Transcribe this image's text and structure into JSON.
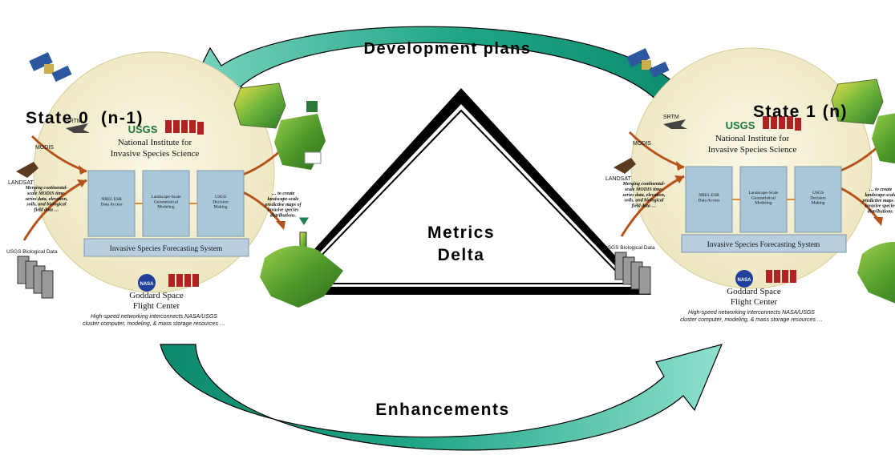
{
  "top_arrow": {
    "label": "Development plans"
  },
  "bottom_arrow": {
    "label": "Enhancements"
  },
  "center": {
    "line1": "Metrics",
    "line2": "Delta"
  },
  "state0": {
    "title": "State 0  (n-1)",
    "panel": {
      "srtm": "SRTM",
      "modis": "MODIS",
      "landsat": "LANDSAT",
      "usgs_bio": "USGS Biological Data",
      "usgs_logo": "USGS",
      "institute_line1": "National Institute for",
      "institute_line2": "Invasive Species Science",
      "box1": "NREL ESR\nData Access",
      "box2": "Landscape-Scale\nGeostatistical\nModeling",
      "box3": "USGS\nDecision\nMaking",
      "system": "Invasive Species Forecasting System",
      "nasa": "NASA",
      "goddard_line1": "Goddard Space",
      "goddard_line2": "Flight Center",
      "left_note": "Merging continental-\nscale MODIS time-\nseries data, elevation,\nsoils, and biological\nfield data …",
      "right_note": "… to create\nlandscape-scale\npredictive maps of\ninvasive species\ndistributions.",
      "caption_line1": "High-speed networking interconnects NASA/USGS",
      "caption_line2": "cluster computer, modeling, & mass storage resources …"
    }
  },
  "state1": {
    "title": "State 1 (n)",
    "panel": {
      "srtm": "SRTM",
      "modis": "MODIS",
      "landsat": "LANDSAT",
      "usgs_bio": "USGS Biological Data",
      "usgs_logo": "USGS",
      "institute_line1": "National Institute for",
      "institute_line2": "Invasive Species Science",
      "box1": "NREL ESR\nData Access",
      "box2": "Landscape-Scale\nGeostatistical\nModeling",
      "box3": "USGS\nDecision\nMaking",
      "system": "Invasive Species Forecasting System",
      "nasa": "NASA",
      "goddard_line1": "Goddard Space",
      "goddard_line2": "Flight Center",
      "left_note": "Merging continental-\nscale MODIS time-\nseries data, elevation,\nsoils, and biological\nfield data …",
      "right_note": "… to create\nlandscape-scale\npredictive maps of\ninvasive species\ndistributions.",
      "caption_line1": "High-speed networking interconnects NASA/USGS",
      "caption_line2": "cluster computer, modeling, & mass storage resources …"
    }
  },
  "colors": {
    "arrow_light": "#7fd6c2",
    "arrow_dark": "#0d8a6e",
    "circle_fill": "#f6f2d6",
    "box_fill": "#a9c7d9",
    "band_fill": "#b9cfe0",
    "flow_arrow": "#b5531c",
    "map_green": "#4f9a2a"
  }
}
